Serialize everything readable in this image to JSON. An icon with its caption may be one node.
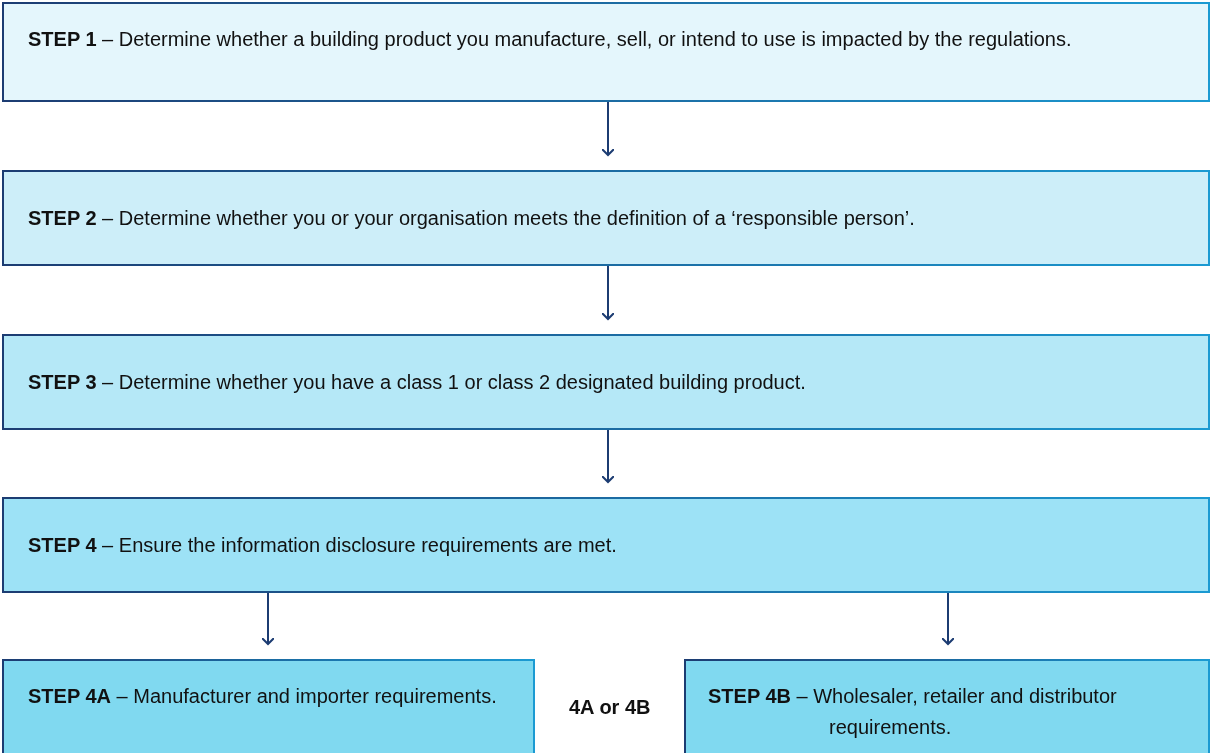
{
  "diagram": {
    "nodes": [
      {
        "text": [
          "**STEP 1** – Determine whether a building product you manufacture, sell, or intend to use is impacted by the regulations."
        ]
      },
      {
        "text": [
          "**STEP 2** – Determine whether you or your organisation meets the definition of a ‘responsible person’."
        ]
      },
      {
        "text": [
          "**STEP 3** – Determine whether you have a class 1 or class 2 designated building product."
        ]
      },
      {
        "text": [
          "**STEP 4** – Ensure the information disclosure requirements are met."
        ]
      },
      {
        "text": [
          "**STEP 4A** – Manufacturer and importer requirements."
        ]
      },
      {
        "text": [
          "**STEP 4B** – Wholesaler, retailer and distributor requirements."
        ]
      }
    ],
    "edges": [
      {
        "from": 0,
        "to": 1,
        "arrow": "to"
      },
      {
        "from": 1,
        "to": 2,
        "arrow": "to"
      },
      {
        "from": 2,
        "to": 3,
        "arrow": "to"
      },
      {
        "from": 3,
        "to": 4,
        "arrow": "to"
      },
      {
        "from": 3,
        "to": 5,
        "arrow": "to"
      }
    ],
    "labels": [
      "4A or 4B"
    ]
  }
}
